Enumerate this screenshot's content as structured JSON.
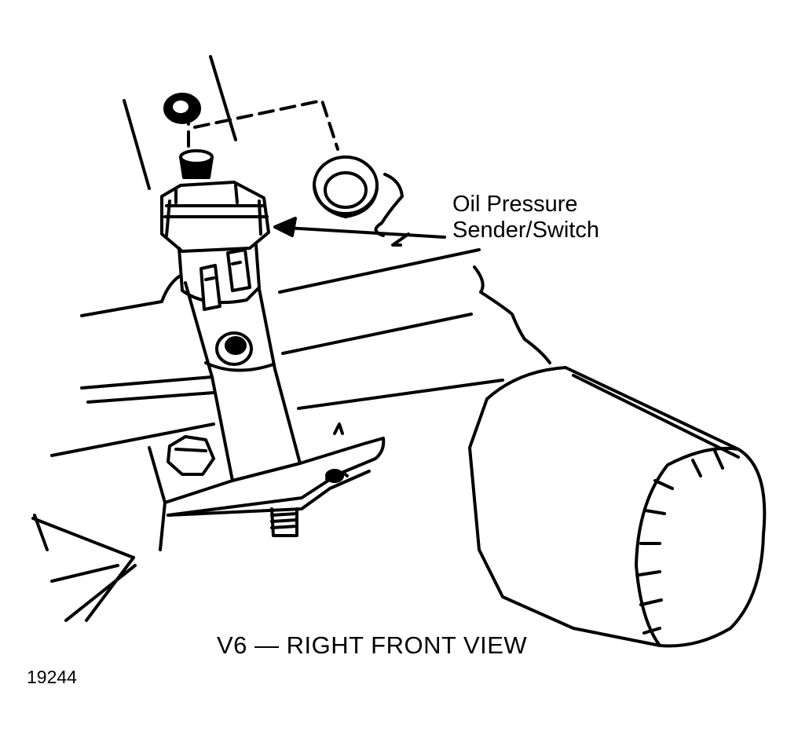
{
  "callout": {
    "line1": "Oil Pressure",
    "line2": "Sender/Switch"
  },
  "caption": "V6 — RIGHT FRONT VIEW",
  "figure_number": "19244",
  "colors": {
    "ink": "#000000",
    "paper": "#ffffff"
  }
}
